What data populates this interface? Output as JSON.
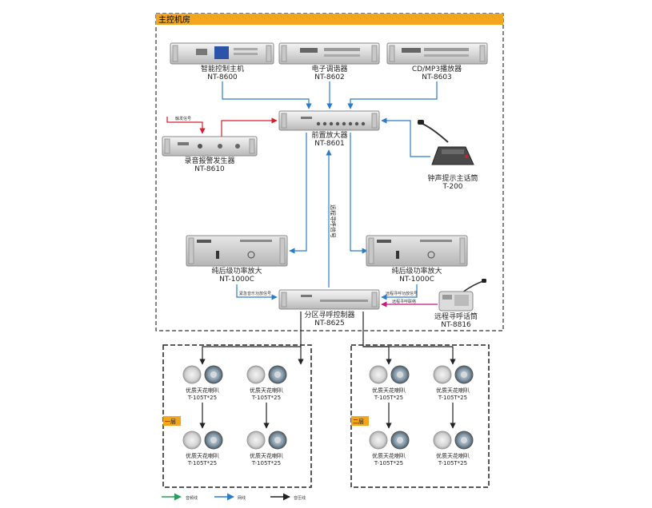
{
  "room": {
    "title": "主控机房"
  },
  "devices": {
    "host": {
      "name": "智能控制主机",
      "model": "NT-8600"
    },
    "tuner": {
      "name": "电子调谐器",
      "model": "NT-8602"
    },
    "cd": {
      "name": "CD/MP3播放器",
      "model": "NT-8603"
    },
    "preamp": {
      "name": "前置放大器",
      "model": "NT-8601"
    },
    "alarm": {
      "name": "录音报警发生器",
      "model": "NT-8610"
    },
    "mic": {
      "name": "钟声提示主话筒",
      "model": "T-200"
    },
    "amp_left": {
      "name": "纯后级功率放大",
      "model": "NT-1000C"
    },
    "amp_right": {
      "name": "纯后级功率放大",
      "model": "NT-1000C"
    },
    "zone_ctrl": {
      "name": "分区寻呼控制器",
      "model": "NT-8625"
    },
    "remote": {
      "name": "远程寻呼话筒",
      "model": "NT-8816"
    }
  },
  "signals": {
    "alarm_in": "触发信号",
    "remote_call": "远程寻呼信号",
    "emergency": "紧急音乐功放信号",
    "remote_amp": "远程寻呼功放信号",
    "remote_link": "远程寻呼联络"
  },
  "zones": [
    {
      "label": "一层",
      "speakers": [
        {
          "name": "优质天花喇叭",
          "model": "T-105T*25"
        },
        {
          "name": "优质天花喇叭",
          "model": "T-105T*25"
        },
        {
          "name": "优质天花喇叭",
          "model": "T-105T*25"
        },
        {
          "name": "优质天花喇叭",
          "model": "T-105T*25"
        }
      ]
    },
    {
      "label": "二层",
      "speakers": [
        {
          "name": "优质天花喇叭",
          "model": "T-105T*25"
        },
        {
          "name": "优质天花喇叭",
          "model": "T-105T*25"
        },
        {
          "name": "优质天花喇叭",
          "model": "T-105T*25"
        },
        {
          "name": "优质天花喇叭",
          "model": "T-105T*25"
        }
      ]
    }
  ],
  "legend": [
    {
      "label": "音频线",
      "color": "#2a9d5c"
    },
    {
      "label": "网线",
      "color": "#2b7bc8"
    },
    {
      "label": "音压线",
      "color": "#222222"
    }
  ],
  "colors": {
    "signal": "#2b7bc8",
    "trigger": "#d2202c",
    "remote": "#c2187a",
    "speaker_line": "#222222",
    "room_border": "#f2a51d"
  }
}
